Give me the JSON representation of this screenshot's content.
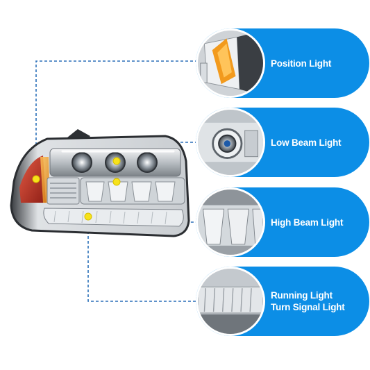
{
  "colors": {
    "pill_blue": "#0c8ee6",
    "connector_blue": "#2a6fb8",
    "marker_yellow": "#f7e21b",
    "amber": "#f29a1d",
    "red_reflector": "#c4372b"
  },
  "features": [
    {
      "id": "position",
      "label": "Position Light",
      "icon": "position-light-closeup"
    },
    {
      "id": "low-beam",
      "label": "Low Beam Light",
      "icon": "projector-lens-closeup"
    },
    {
      "id": "high-beam",
      "label": "High Beam Light",
      "icon": "led-reflector-closeup"
    },
    {
      "id": "running",
      "label_line1": "Running Light",
      "label_line2": "Turn Signal Light",
      "icon": "led-strip-closeup"
    }
  ]
}
